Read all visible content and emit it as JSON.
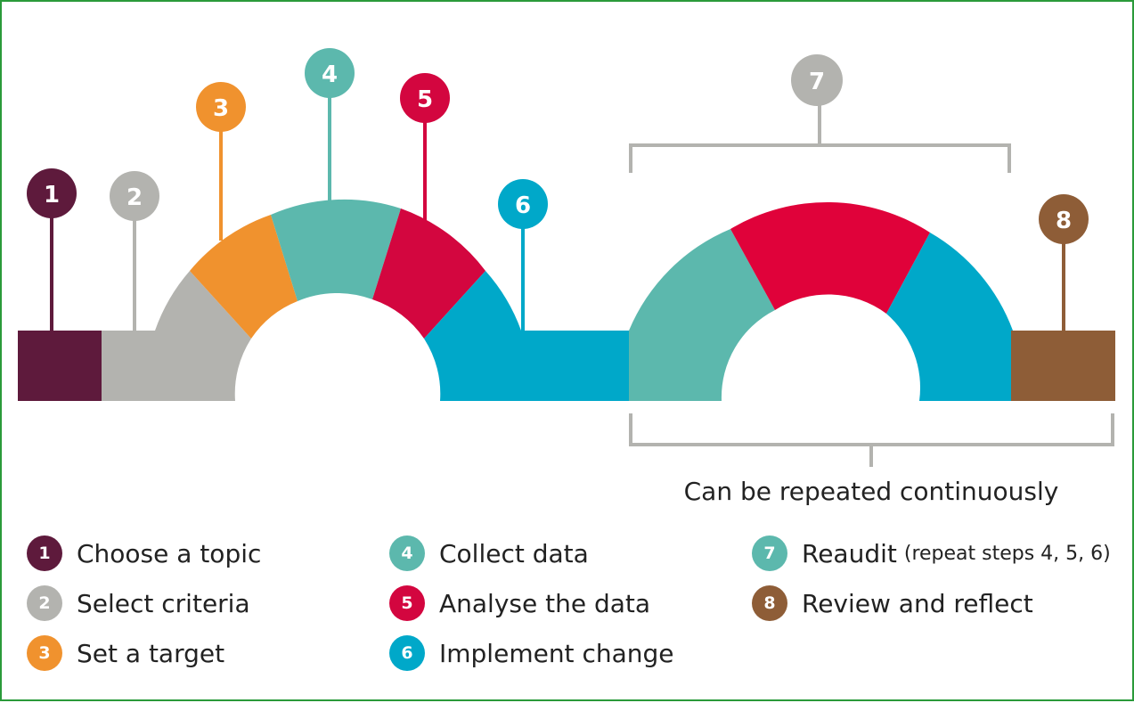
{
  "colors": {
    "plum": "#5e1a3c",
    "grey": "#b3b3af",
    "orange": "#f0922e",
    "teal": "#5cb8ad",
    "red": "#e0023a",
    "crimson": "#d3063f",
    "cyan": "#00a8c9",
    "brown": "#8e5d37",
    "bracket": "#b3b3af",
    "border": "#2a9a3a"
  },
  "markers": [
    {
      "num": "1",
      "color": "#5e1a3c"
    },
    {
      "num": "2",
      "color": "#b3b3af"
    },
    {
      "num": "3",
      "color": "#f0922e"
    },
    {
      "num": "4",
      "color": "#5cb8ad"
    },
    {
      "num": "5",
      "color": "#d3063f"
    },
    {
      "num": "6",
      "color": "#00a8c9"
    },
    {
      "num": "7",
      "color": "#b3b3af"
    },
    {
      "num": "8",
      "color": "#8e5d37"
    }
  ],
  "note": "Can be repeated continuously",
  "legend": [
    {
      "num": "1",
      "label": "Choose a topic",
      "sub": "",
      "color": "#5e1a3c"
    },
    {
      "num": "2",
      "label": "Select criteria",
      "sub": "",
      "color": "#b3b3af"
    },
    {
      "num": "3",
      "label": "Set a target",
      "sub": "",
      "color": "#f0922e"
    },
    {
      "num": "4",
      "label": "Collect data",
      "sub": "",
      "color": "#5cb8ad"
    },
    {
      "num": "5",
      "label": "Analyse the data",
      "sub": "",
      "color": "#d3063f"
    },
    {
      "num": "6",
      "label": "Implement change",
      "sub": "",
      "color": "#00a8c9"
    },
    {
      "num": "7",
      "label": "Reaudit",
      "sub": "(repeat steps 4, 5, 6)",
      "color": "#5cb8ad"
    },
    {
      "num": "8",
      "label": "Review and reflect",
      "sub": "",
      "color": "#8e5d37"
    }
  ]
}
